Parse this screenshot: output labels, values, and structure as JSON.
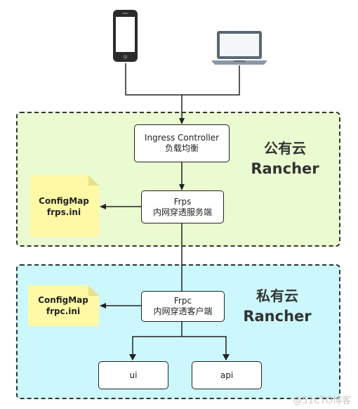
{
  "public_zone": {
    "title_line1": "公有云",
    "title_line2": "Rancher"
  },
  "private_zone": {
    "title_line1": "私有云",
    "title_line2": "Rancher"
  },
  "ingress": {
    "line1": "Ingress Controller",
    "line2": "负载均衡"
  },
  "frps": {
    "line1": "Frps",
    "line2": "内网穿透服务端"
  },
  "frpc": {
    "line1": "Frpc",
    "line2": "内网穿透客户端"
  },
  "configmap_frps": {
    "line1": "ConfigMap",
    "line2": "frps.ini"
  },
  "configmap_frpc": {
    "line1": "ConfigMap",
    "line2": "frpc.ini"
  },
  "services": {
    "ui": "ui",
    "api": "api"
  },
  "watermark": "@51CTO博客",
  "colors": {
    "public_bg": "#eafad1",
    "private_bg": "#ccf8fd",
    "note": "#fff9a6"
  },
  "icons": {
    "phone": "smartphone-icon",
    "laptop": "laptop-icon"
  }
}
